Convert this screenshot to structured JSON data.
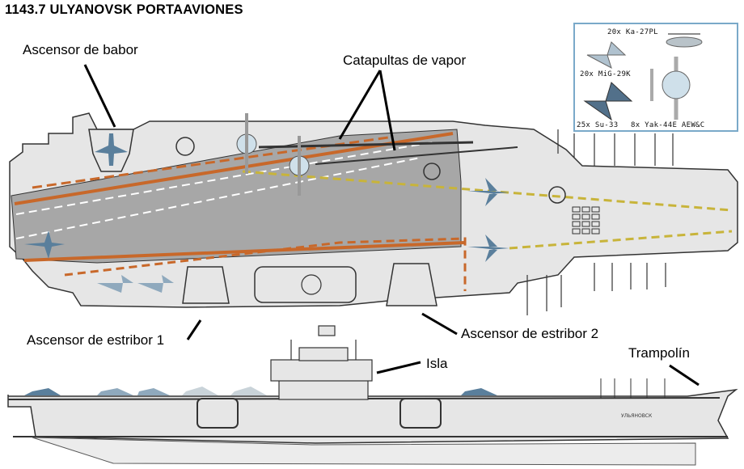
{
  "title": "1143.7 ULYANOVSK PORTAAVIONES",
  "labels": {
    "port_elevator": "Ascensor de babor",
    "steam_catapults": "Catapultas de vapor",
    "starboard_elevator_1": "Ascensor de estribor 1",
    "starboard_elevator_2": "Ascensor de estribor 2",
    "island": "Isla",
    "ski_jump": "Trampolín"
  },
  "air_wing": [
    {
      "count": "20x",
      "aircraft": "Ka-27PL",
      "text": "20x Ka-27PL"
    },
    {
      "count": "20x",
      "aircraft": "MiG-29K",
      "text": "20x MiG-29K"
    },
    {
      "count": "25x",
      "aircraft": "Su-33",
      "text": "25x Su-33"
    },
    {
      "count": "8x",
      "aircraft": "Yak-44E AEW&C",
      "text": "8x Yak-44E AEW&C"
    }
  ],
  "hull_name": "УЛЬЯНОВСК",
  "colors": {
    "deck": "#e6e6e6",
    "angled_deck": "#a7a7a7",
    "orange_markings": "#c8682a",
    "yellow_markings": "#c8b43a",
    "outline": "#333333",
    "legend_border": "#7aa9c9",
    "aircraft_blue": "#5a7f9c"
  }
}
